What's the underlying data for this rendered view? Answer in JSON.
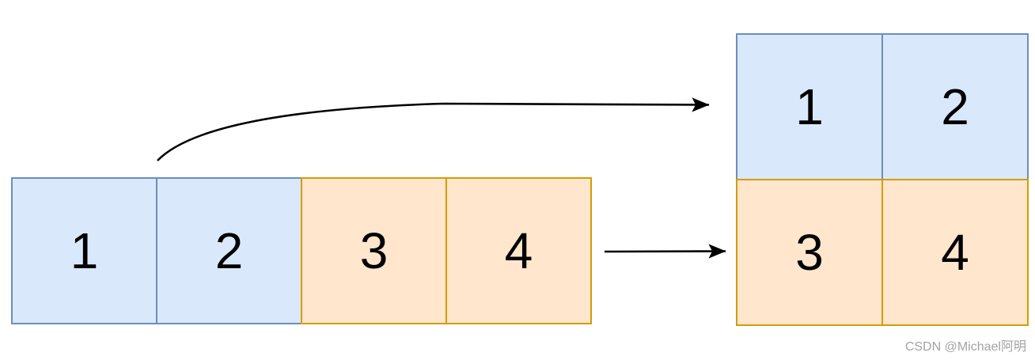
{
  "diagram": {
    "meaning": "reshape of a 1x4 row of cells into a 2x2 grid",
    "source_row": {
      "cells": [
        {
          "label": "1",
          "color_group": "blue"
        },
        {
          "label": "2",
          "color_group": "blue"
        },
        {
          "label": "3",
          "color_group": "orange"
        },
        {
          "label": "4",
          "color_group": "orange"
        }
      ]
    },
    "target_grid": {
      "rows": [
        [
          {
            "label": "1",
            "color_group": "blue"
          },
          {
            "label": "2",
            "color_group": "blue"
          }
        ],
        [
          {
            "label": "3",
            "color_group": "orange"
          },
          {
            "label": "4",
            "color_group": "orange"
          }
        ]
      ]
    },
    "arrows": [
      {
        "name": "curved-arrow",
        "from": "top of source row between cell 1 and cell 2",
        "to": "left side of target grid top row"
      },
      {
        "name": "straight-arrow",
        "from": "right side of source row",
        "to": "left side of target grid bottom row"
      }
    ],
    "colors": {
      "blue_fill": "#dae8fc",
      "blue_border": "#6c8ebf",
      "orange_fill": "#ffe6cc",
      "orange_border": "#d79b00",
      "arrow": "#000000"
    }
  },
  "watermark": {
    "text": "CSDN @Michael阿明",
    "color": "#a3a3a3"
  }
}
